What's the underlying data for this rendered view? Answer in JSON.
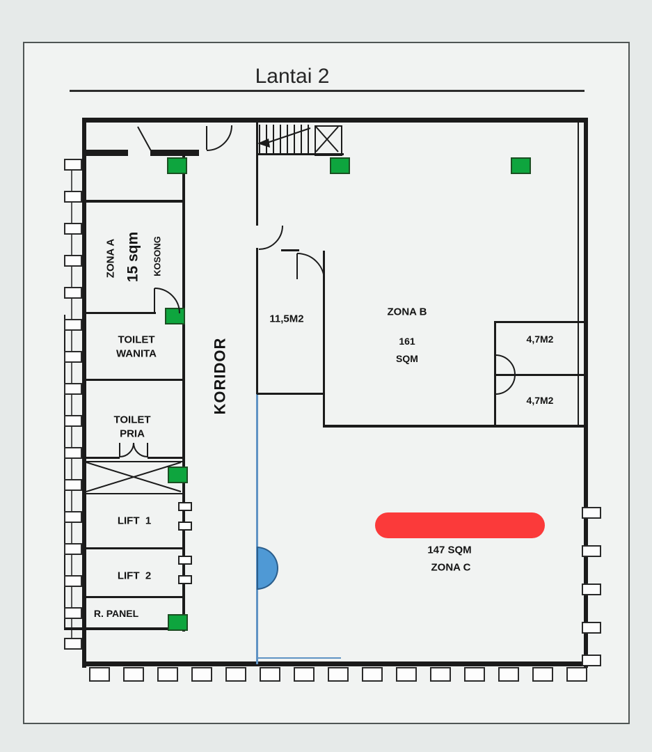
{
  "title": "Lantai 2",
  "colors": {
    "marker_green": "#0ea53e",
    "highlight_red": "#fb3a3a",
    "door_blue": "#4f99d5"
  },
  "left_block": {
    "zona_a_name": "ZONA A",
    "zona_a_size": "15 sqm",
    "zona_a_status": "KOSONG",
    "toilet_wanita": "TOILET\nWANITA",
    "toilet_pria": "TOILET\nPRIA",
    "lift_1": "LIFT  1",
    "lift_2": "LIFT  2",
    "r_panel": "R. PANEL"
  },
  "corridor": {
    "label": "KORIDOR"
  },
  "rooms": {
    "room_11_5": "11,5M2",
    "zona_b_name": "ZONA B",
    "zona_b_area": "161",
    "zona_b_unit": "SQM",
    "room_4_7_top": "4,7M2",
    "room_4_7_bottom": "4,7M2",
    "zona_c_area": "147 SQM",
    "zona_c_name": "ZONA C"
  }
}
